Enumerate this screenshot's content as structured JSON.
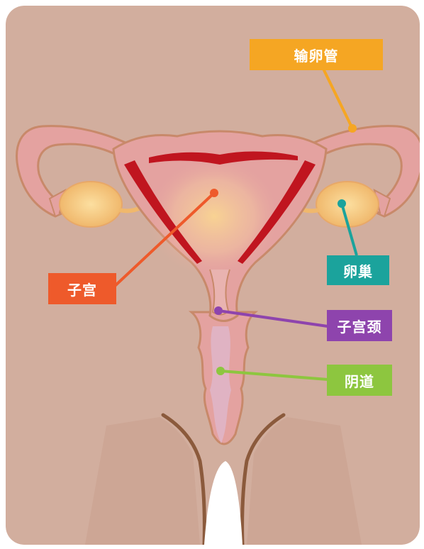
{
  "labels": {
    "fallopian_tube": {
      "text": "输卵管",
      "color": "#F5A623"
    },
    "uterus": {
      "text": "子宫",
      "color": "#EE5A2B"
    },
    "ovary": {
      "text": "卵巢",
      "color": "#1BA39C"
    },
    "cervix": {
      "text": "子宫颈",
      "color": "#8E44AD"
    },
    "vagina": {
      "text": "阴道",
      "color": "#8DC63F"
    }
  },
  "colors": {
    "background": "#D2AE9E",
    "tissue": "#E4A2A0",
    "tissue_outline": "#C8896A",
    "lining": "#C0151F",
    "ovary": "#F4C27A",
    "vaginal_canal": "#E0B3C3",
    "leg_outline": "#8B5A3C"
  }
}
